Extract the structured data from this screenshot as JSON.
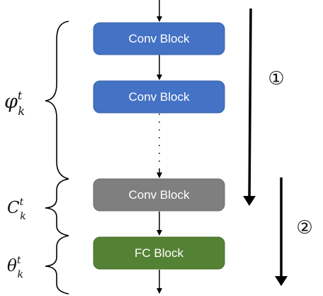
{
  "blocks": [
    {
      "label": "Conv Block",
      "color": "#4472C4"
    },
    {
      "label": "Conv Block",
      "color": "#4472C4"
    },
    {
      "label": "Conv Block",
      "color": "#7F7F7F"
    },
    {
      "label": "FC Block",
      "color": "#548235"
    }
  ],
  "groups": [
    {
      "symbol": "φ",
      "sup": "t",
      "sub": "k"
    },
    {
      "symbol": "C",
      "sup": "t",
      "sub": "k"
    },
    {
      "symbol": "θ",
      "sup": "t",
      "sub": "k"
    }
  ],
  "steps": [
    {
      "label": "①"
    },
    {
      "label": "②"
    }
  ]
}
